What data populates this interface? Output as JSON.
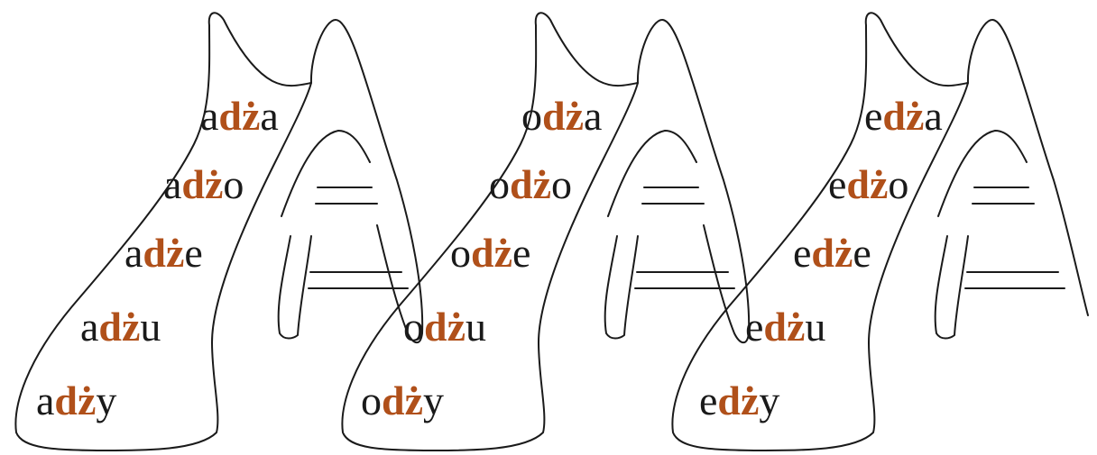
{
  "colors": {
    "ink": "#1a1a1a",
    "accent": "#b0501a",
    "outline": "#1a1a1a"
  },
  "slides": [
    {
      "icon": "slide-icon",
      "syllables": [
        {
          "pre": "a",
          "dz": "dż",
          "post": "a"
        },
        {
          "pre": "a",
          "dz": "dż",
          "post": "o"
        },
        {
          "pre": "a",
          "dz": "dż",
          "post": "e"
        },
        {
          "pre": "a",
          "dz": "dż",
          "post": "u"
        },
        {
          "pre": "a",
          "dz": "dż",
          "post": "y"
        }
      ]
    },
    {
      "icon": "slide-icon",
      "syllables": [
        {
          "pre": "o",
          "dz": "dż",
          "post": "a"
        },
        {
          "pre": "o",
          "dz": "dż",
          "post": "o"
        },
        {
          "pre": "o",
          "dz": "dż",
          "post": "e"
        },
        {
          "pre": "o",
          "dz": "dż",
          "post": "u"
        },
        {
          "pre": "o",
          "dz": "dż",
          "post": "y"
        }
      ]
    },
    {
      "icon": "slide-icon",
      "syllables": [
        {
          "pre": "e",
          "dz": "dż",
          "post": "a"
        },
        {
          "pre": "e",
          "dz": "dż",
          "post": "o"
        },
        {
          "pre": "e",
          "dz": "dż",
          "post": "e"
        },
        {
          "pre": "e",
          "dz": "dż",
          "post": "u"
        },
        {
          "pre": "e",
          "dz": "dż",
          "post": "y"
        }
      ]
    }
  ]
}
